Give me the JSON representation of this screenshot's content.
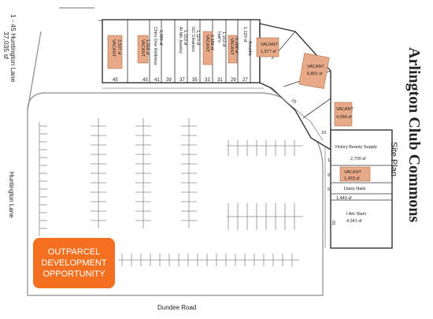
{
  "title": "Arlington Club Commons",
  "subtitle": "Site Plan",
  "address": {
    "line1": "1 - 45 Huntington Lane",
    "line2": "37,035 sf"
  },
  "roads": {
    "west": "Huntington Lane",
    "south": "Dundee Road"
  },
  "outparcel": {
    "line1": "OUTPARCEL",
    "line2": "DEVELOPMENT",
    "line3": "OPPORTUNITY",
    "color": "#f37021"
  },
  "colors": {
    "vacant_fill": "#e8a988",
    "outparcel": "#f37021"
  },
  "north_units": [
    {
      "num": "45",
      "label": "VACANT",
      "sf": "3,507 sf",
      "vacant": true
    },
    {
      "num": "43",
      "label": "VACANT",
      "sf": "1,958 sf",
      "vacant": true
    },
    {
      "num": "41",
      "label": "Chiro One Wellness",
      "sf": "2,386 sf",
      "vacant": false
    },
    {
      "num": "39",
      "label": "",
      "sf": "",
      "vacant": false
    },
    {
      "num": "37",
      "label": "AI Mil Jewelry",
      "sf": "1,153 sf",
      "vacant": false
    },
    {
      "num": "35",
      "label": "GC Cleaners",
      "sf": "1,323 sf",
      "vacant": false
    },
    {
      "num": "33",
      "label": "VACANT",
      "sf": "2,188 sf",
      "vacant": true
    },
    {
      "num": "31",
      "label": "Hair's",
      "sf": "1,153 sf",
      "vacant": false
    },
    {
      "num": "29",
      "label": "VACANT",
      "sf": "1,192 sf",
      "vacant": true
    },
    {
      "num": "27",
      "label": "Arcadia",
      "sf": "1,120 sf",
      "vacant": false
    }
  ],
  "angled_units": [
    {
      "label": "VACANT",
      "sf": "1,577 sf",
      "vacant": true
    },
    {
      "label": "VACANT",
      "sf": "6,801 sf",
      "vacant": true
    },
    {
      "num": "25",
      "label": "",
      "sf": ""
    },
    {
      "label": "VACANT",
      "sf": "4,068 sf",
      "vacant": true
    },
    {
      "num": "19",
      "label": "",
      "sf": ""
    }
  ],
  "east_units": [
    {
      "num": "11",
      "label": "Victory Beauty Supply",
      "sf": "2,700 sf",
      "vacant": false
    },
    {
      "num": "9",
      "label": "VACANT",
      "sf": "1,433 sf",
      "vacant": true
    },
    {
      "num": "5",
      "label": "Daisy Nails",
      "sf": "1,440 sf",
      "vacant": false
    },
    {
      "num": "01",
      "label": "I Am Slam",
      "sf": "4,341 sf",
      "vacant": false
    }
  ]
}
